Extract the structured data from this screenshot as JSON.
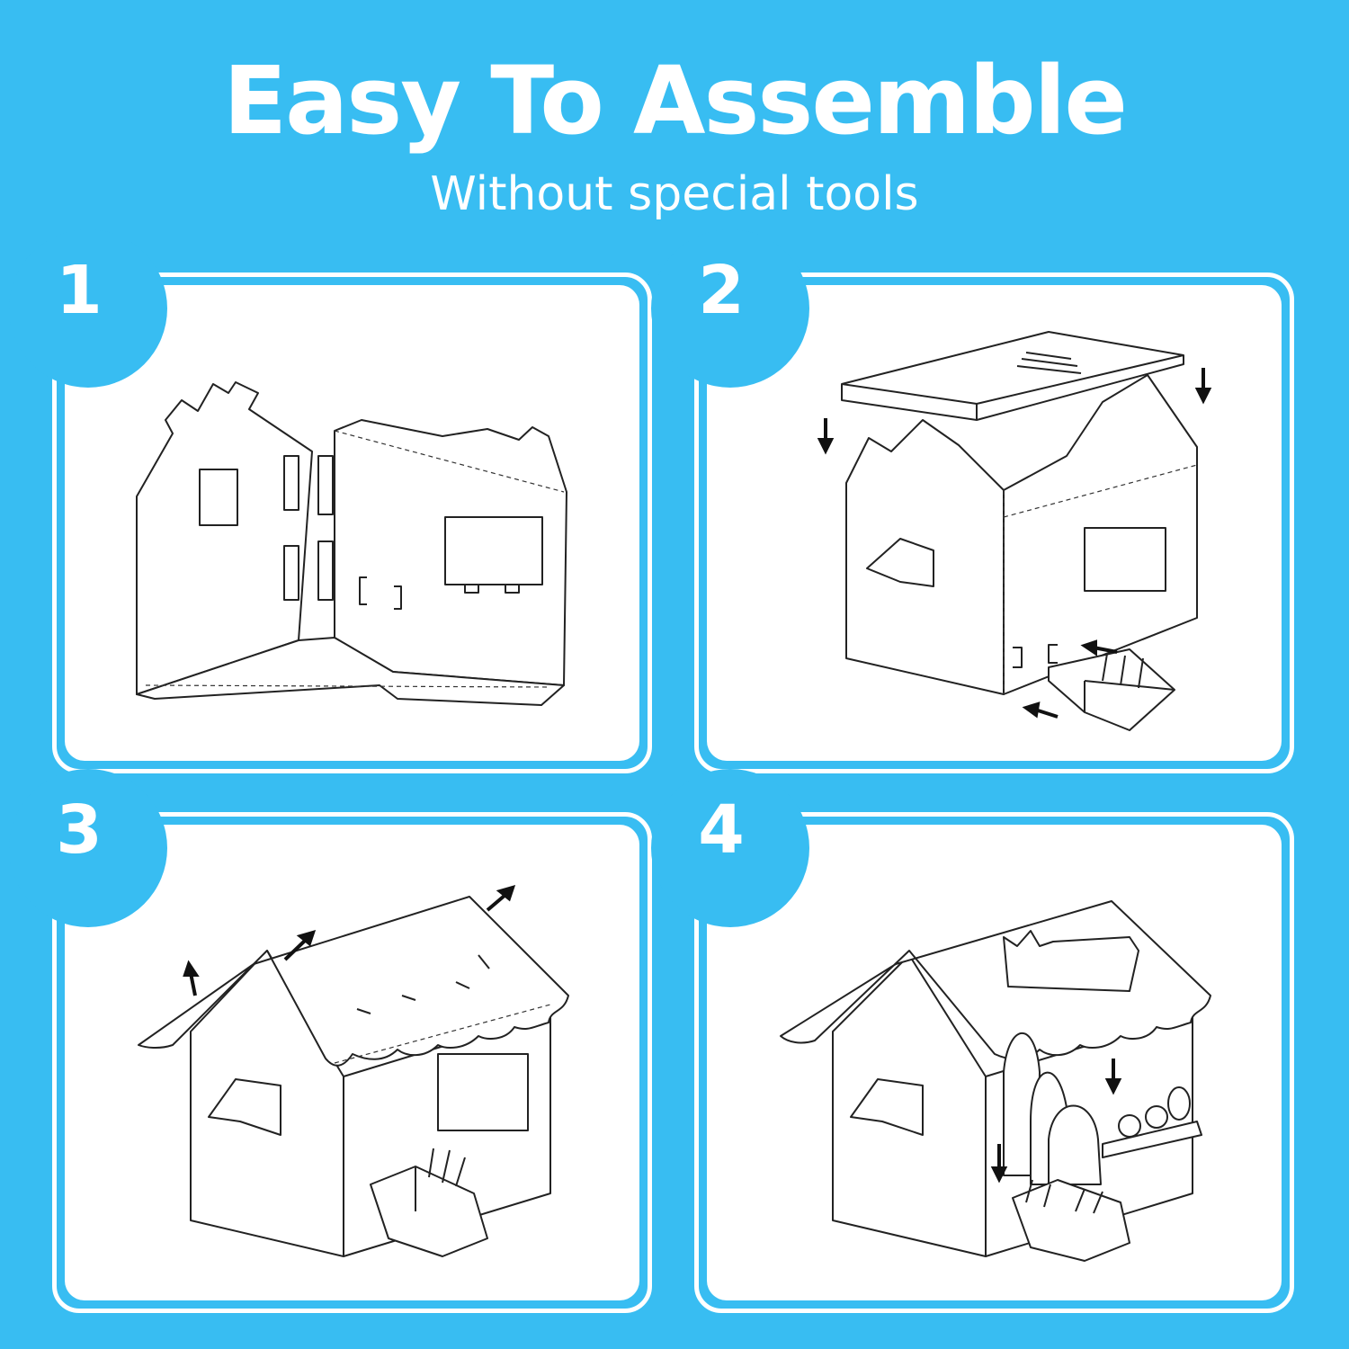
{
  "header": {
    "title": "Easy To Assemble",
    "subtitle": "Without special tools"
  },
  "steps": [
    {
      "number": "1",
      "illustration": "unfolded-house-panels"
    },
    {
      "number": "2",
      "illustration": "house-body-with-roof-panel"
    },
    {
      "number": "3",
      "illustration": "house-with-roof-assembled"
    },
    {
      "number": "4",
      "illustration": "house-with-decorations"
    }
  ],
  "colors": {
    "background": "#38bdf2",
    "card": "#ffffff",
    "line_art": "#222222"
  }
}
